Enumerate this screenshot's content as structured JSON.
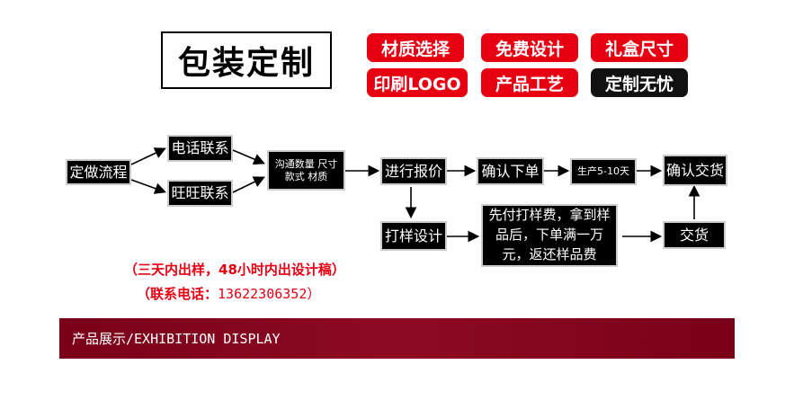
{
  "title": "包装定制",
  "tags": [
    {
      "label": "材质选择",
      "style": "red"
    },
    {
      "label": "免费设计",
      "style": "red"
    },
    {
      "label": "礼盒尺寸",
      "style": "red"
    },
    {
      "label": "印刷LOGO",
      "style": "red"
    },
    {
      "label": "产品工艺",
      "style": "red"
    },
    {
      "label": "定制无忧",
      "style": "black"
    }
  ],
  "flow": {
    "start": "定做流程",
    "phone": "电话联系",
    "wangwang": "旺旺联系",
    "communicate_line1": "沟通数量 尺寸",
    "communicate_line2": "款式 材质",
    "quote": "进行报价",
    "confirm_order": "确认下单",
    "production": "生产5-10天",
    "confirm_delivery": "确认交货",
    "sample_design": "打样设计",
    "sample_fee": "先付打样费，拿到样品后，下单满一万元，返还样品费",
    "delivery": "交货"
  },
  "promo": {
    "line1_a": "（三天内出样，",
    "line1_num": "48",
    "line1_b": "小时内出设计稿）",
    "line2_a": "（联系电话：",
    "line2_phone": "13622306352",
    "line2_b": "）"
  },
  "banner": {
    "label": "产品展示/EXHIBITION DISPLAY"
  },
  "colors": {
    "accent_red": "#e60012",
    "banner": "#8d0a24",
    "node_bg": "#000000"
  }
}
